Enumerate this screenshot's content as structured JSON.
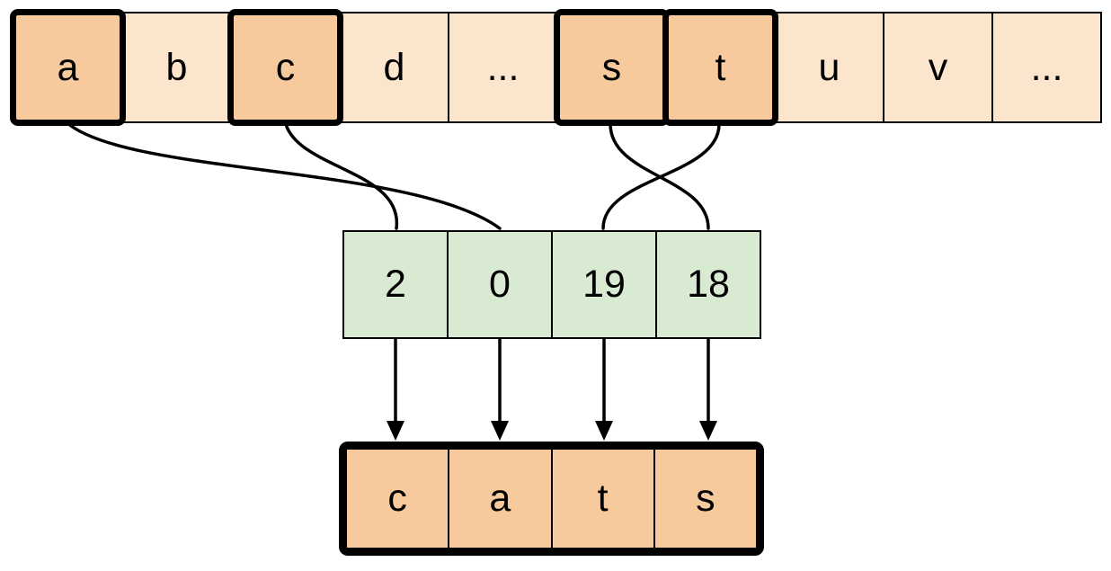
{
  "diagram": {
    "description": "Alphabet indexing diagram: letters mapped to numeric indices spelling a word",
    "alphabet_row": {
      "cells": [
        {
          "label": "a",
          "highlighted": true
        },
        {
          "label": "b",
          "highlighted": false
        },
        {
          "label": "c",
          "highlighted": true
        },
        {
          "label": "d",
          "highlighted": false
        },
        {
          "label": "...",
          "highlighted": false
        },
        {
          "label": "s",
          "highlighted": true
        },
        {
          "label": "t",
          "highlighted": true
        },
        {
          "label": "u",
          "highlighted": false
        },
        {
          "label": "v",
          "highlighted": false
        },
        {
          "label": "...",
          "highlighted": false
        }
      ]
    },
    "index_row": {
      "cells": [
        {
          "label": "2"
        },
        {
          "label": "0"
        },
        {
          "label": "19"
        },
        {
          "label": "18"
        }
      ]
    },
    "result_row": {
      "cells": [
        {
          "label": "c"
        },
        {
          "label": "a"
        },
        {
          "label": "t"
        },
        {
          "label": "s"
        }
      ]
    },
    "connections": [
      {
        "from_letter": "a",
        "to_index": "0"
      },
      {
        "from_letter": "c",
        "to_index": "2"
      },
      {
        "from_letter": "s",
        "to_index": "18"
      },
      {
        "from_letter": "t",
        "to_index": "19"
      }
    ],
    "colors": {
      "cell_light": "#fce5cd",
      "cell_highlight": "#f6ca9c",
      "index_fill": "#d9ead3",
      "line": "#000000"
    }
  }
}
